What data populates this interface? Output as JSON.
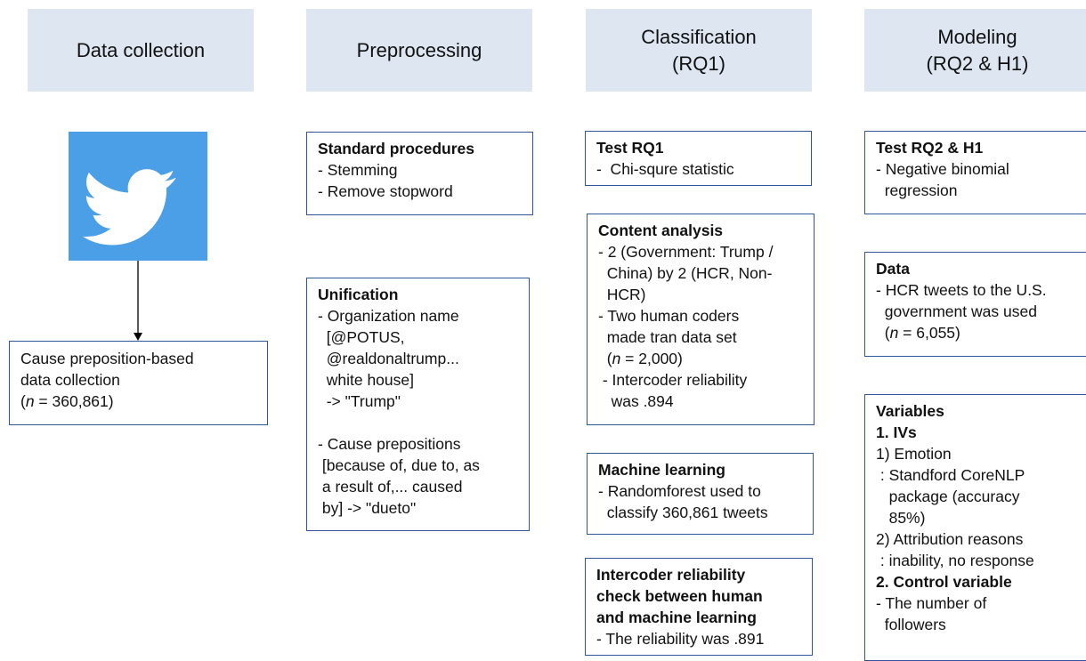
{
  "headers": {
    "data_collection": "Data collection",
    "preprocessing": "Preprocessing",
    "classification": "Classification\n(RQ1)",
    "modeling": "Modeling\n(RQ2 & H1)"
  },
  "icons": {
    "twitter": "twitter-bird-icon",
    "logo_color": "#4a9fe6"
  },
  "collection_box": {
    "line1": "Cause preposition-based",
    "line2": "data collection",
    "n_label": "n",
    "n_value": " = 360,861)"
  },
  "standard": {
    "title": "Standard procedures",
    "items": [
      "- Stemming",
      "- Remove stopword"
    ]
  },
  "unification": {
    "title": "Unification",
    "lines": [
      "- Organization name",
      "  [@POTUS,",
      "  @realdonaltrump...",
      "  white house]",
      "  -> \"Trump\"",
      "",
      "- Cause prepositions",
      " [because of, due to, as",
      " a result of,... caused",
      " by] -> \"dueto\""
    ]
  },
  "test_rq1": {
    "title": "Test RQ1",
    "lines": [
      "-  Chi-squre statistic"
    ]
  },
  "content_analysis": {
    "title": "Content analysis",
    "lines": [
      "- 2 (Government: Trump /",
      "  China) by 2 (HCR, Non-",
      "  HCR)",
      "- Two human coders",
      "  made tran data set"
    ],
    "n_label": "n",
    "n_value": " = 2,000)",
    "lines2": [
      " - Intercoder reliability",
      "   was .894"
    ]
  },
  "machine_learning": {
    "title": "Machine learning",
    "lines": [
      "- Randomforest used to",
      "  classify 360,861 tweets"
    ]
  },
  "intercoder": {
    "title_lines": [
      "Intercoder reliability",
      "check between human",
      "and machine learning"
    ],
    "lines": [
      "- The reliability was .891"
    ]
  },
  "test_rq2": {
    "title": "Test RQ2 & H1",
    "lines": [
      "- Negative binomial",
      "  regression"
    ]
  },
  "data_box": {
    "title": "Data",
    "lines": [
      "- HCR tweets to the U.S.",
      "  government was used"
    ],
    "n_label": "n",
    "n_value": " = 6,055)"
  },
  "variables": {
    "title": "Variables",
    "ivs": "1. IVs",
    "lines1": [
      "1) Emotion",
      " : Standford CoreNLP",
      "   package (accuracy",
      "   85%)",
      "2) Attribution reasons",
      " : inability, no response"
    ],
    "control": "2. Control variable",
    "lines2": [
      "- The number of",
      "  followers"
    ]
  }
}
